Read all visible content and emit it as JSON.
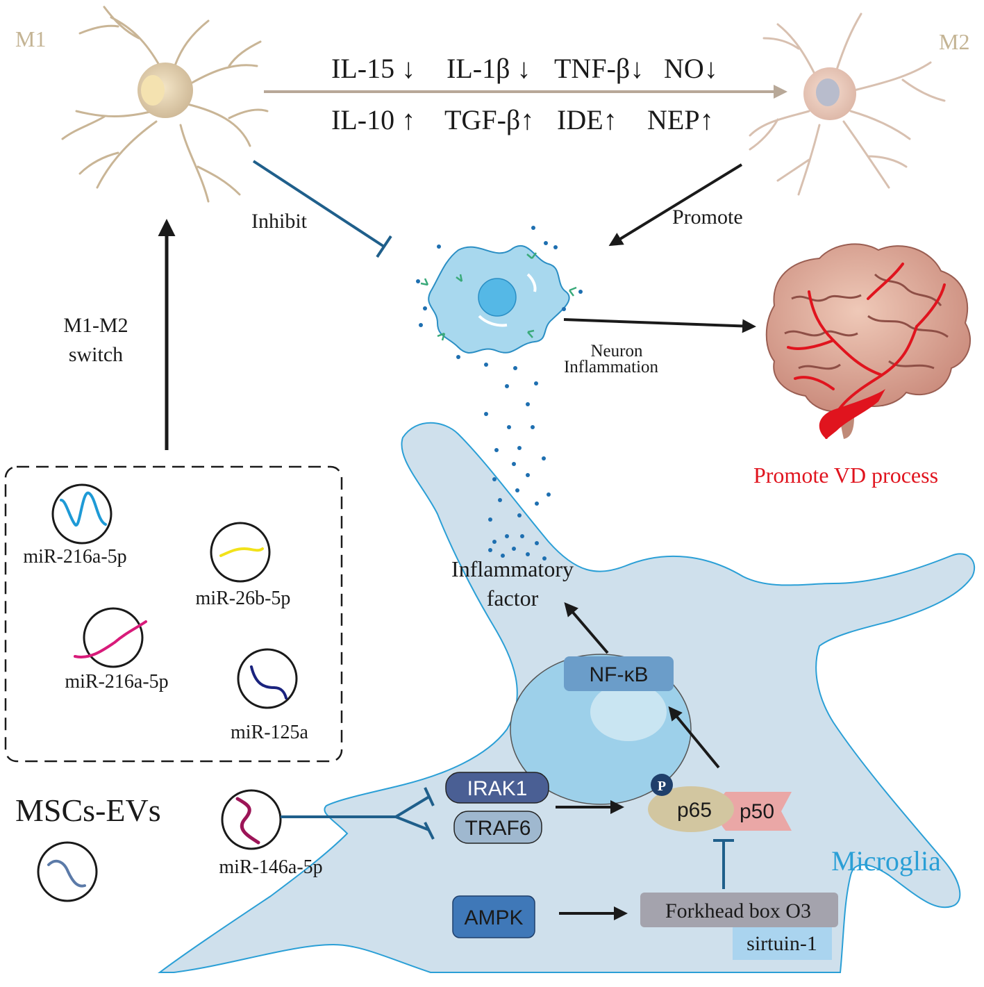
{
  "cells": {
    "m1_label": "M1",
    "m2_label": "M2"
  },
  "cytokines": {
    "decreased": [
      "IL-15 ↓",
      "IL-1β ↓",
      "TNF-β↓",
      "NO↓"
    ],
    "increased": [
      "IL-10 ↑",
      "TGF-β↑",
      "IDE↑",
      "NEP↑"
    ]
  },
  "labels": {
    "inhibit": "Inhibit",
    "promote": "Promote",
    "switch_line1": "M1-M2",
    "switch_line2": "switch",
    "neuron_line1": "Neuron",
    "neuron_line2": "Inflammation",
    "vd_process": "Promote VD process",
    "inflam_line1": "Inflammatory",
    "inflam_line2": "factor",
    "microglia": "Microglia",
    "mscs_evs": "MSCs-EVs"
  },
  "mirnas": [
    {
      "label": "miR-216a-5p",
      "color": "#1e9ad6"
    },
    {
      "label": "miR-26b-5p",
      "color": "#f2e21a"
    },
    {
      "label": "miR-216a-5p",
      "color": "#d81b7a"
    },
    {
      "label": "miR-125a",
      "color": "#1a237e"
    }
  ],
  "mir146": {
    "label": "miR-146a-5p",
    "color": "#9c1457"
  },
  "proteins": {
    "nfkb": "NF-κB",
    "irak1": "IRAK1",
    "traf6": "TRAF6",
    "p_badge": "P",
    "p65": "p65",
    "p50": "p50",
    "ampk": "AMPK",
    "foxo3": "Forkhead box O3",
    "sirtuin": "sirtuin-1"
  },
  "colors": {
    "microglia_fill": "#cfe0ec",
    "microglia_stroke": "#2a9fd6",
    "microglia_text": "#2a9fd6",
    "vd_text": "#e0141e",
    "inhibit_line": "#1f5f8b",
    "neuron_body": "#d8c7ae",
    "m2_body": "#e9cdc0"
  }
}
